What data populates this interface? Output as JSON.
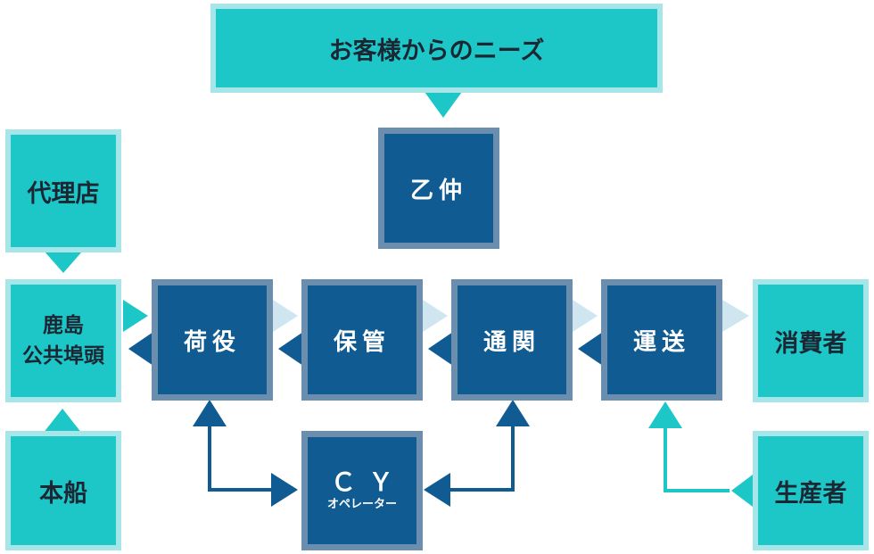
{
  "diagram": {
    "needs_box": {
      "label": "お客様からのニーズ"
    },
    "agent_box": {
      "label": "代理店"
    },
    "otsunaka_box": {
      "label": "乙仲"
    },
    "terminal_box": {
      "lines": [
        "鹿島",
        "公共埠頭"
      ]
    },
    "process_steps": [
      {
        "id": "cargo-handling",
        "label": "荷役"
      },
      {
        "id": "storage",
        "label": "保管"
      },
      {
        "id": "customs",
        "label": "通関"
      },
      {
        "id": "transport",
        "label": "運送"
      }
    ],
    "consumer_box": {
      "label": "消費者"
    },
    "ship_box": {
      "label": "本船"
    },
    "cy_box": {
      "title": "ＣＹ",
      "subtitle": "オペレーター"
    },
    "producer_box": {
      "label": "生産者"
    }
  },
  "colors": {
    "teal": "#1ec7c7",
    "teal_border": "#a6e6e8",
    "navy": "#0f5b92",
    "navy_border": "#6b8eaf",
    "pale_arrow": "#cfe6f1"
  }
}
